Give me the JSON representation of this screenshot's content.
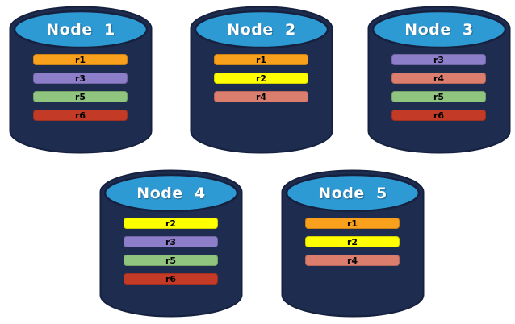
{
  "diagram": {
    "colors": {
      "background": "#FFFFFF",
      "cylinder_body": "#1E2C50",
      "cylinder_outline": "#15213E",
      "cylinder_top": "#2E9AD4",
      "title_text": "#FFFFFF",
      "replica_label_text": "#000000"
    },
    "replica_colors": {
      "r1": "#F9A01C",
      "r2": "#FFFF00",
      "r3": "#8C7EC8",
      "r4": "#DC7E6E",
      "r5": "#8FC57F",
      "r6": "#C33B27"
    },
    "nodes": [
      {
        "label": "Node  1",
        "replicas": [
          "r1",
          "r3",
          "r5",
          "r6"
        ]
      },
      {
        "label": "Node  2",
        "replicas": [
          "r1",
          "r2",
          "r4"
        ]
      },
      {
        "label": "Node  3",
        "replicas": [
          "r3",
          "r4",
          "r5",
          "r6"
        ]
      },
      {
        "label": "Node  4",
        "replicas": [
          "r2",
          "r3",
          "r5",
          "r6"
        ]
      },
      {
        "label": "Node  5",
        "replicas": [
          "r1",
          "r2",
          "r4"
        ]
      }
    ]
  }
}
